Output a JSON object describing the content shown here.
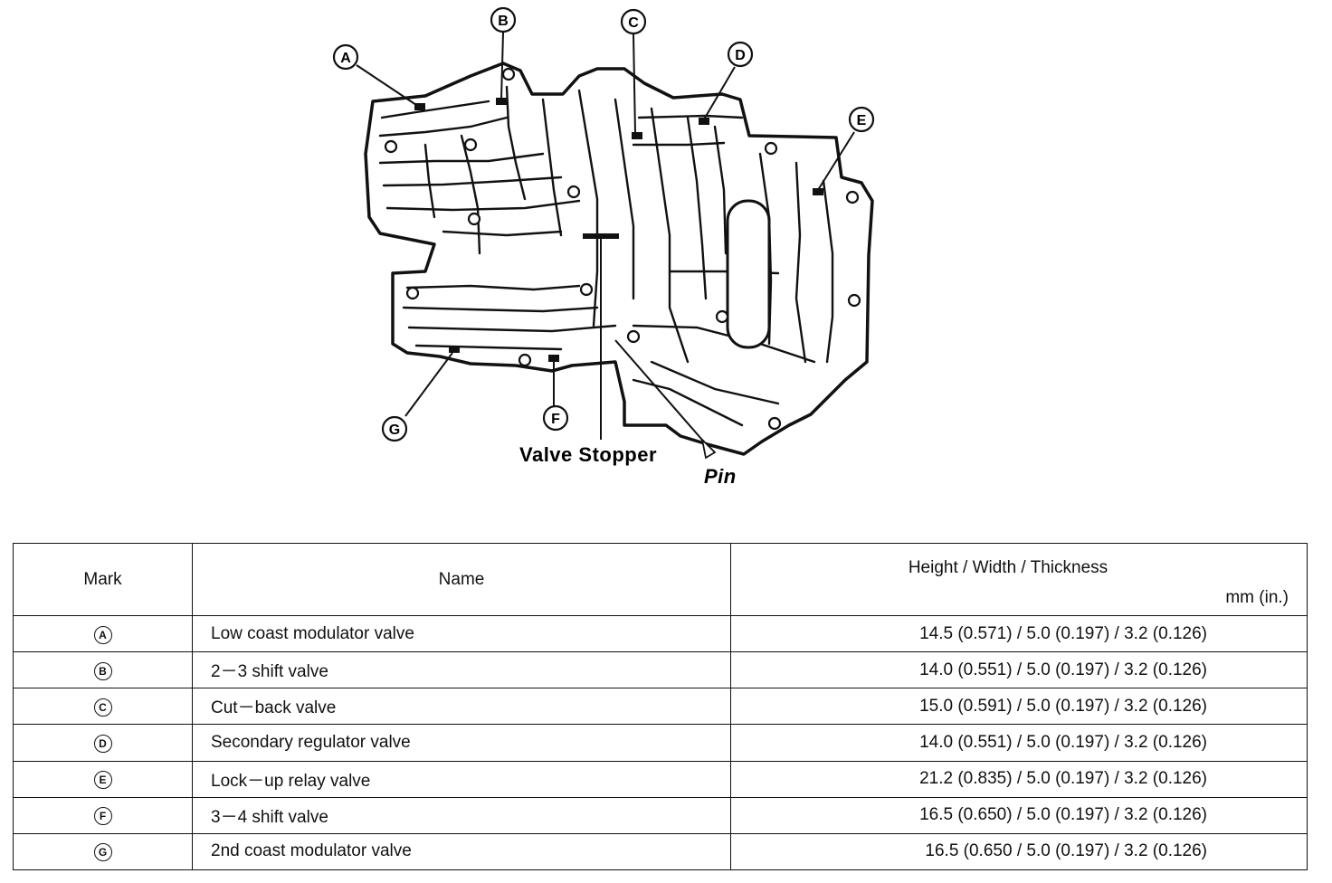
{
  "diagram": {
    "callouts": [
      {
        "mark": "A"
      },
      {
        "mark": "B"
      },
      {
        "mark": "C"
      },
      {
        "mark": "D"
      },
      {
        "mark": "E"
      },
      {
        "mark": "F"
      },
      {
        "mark": "G"
      }
    ],
    "labels": {
      "valve_stopper": "Valve Stopper",
      "pin": "Pin"
    }
  },
  "table": {
    "headers": {
      "mark": "Mark",
      "name": "Name",
      "dimensions": "Height / Width / Thickness",
      "unit": "mm (in.)"
    },
    "rows": [
      {
        "mark": "A",
        "name": "Low coast modulator valve",
        "dims": "14.5 (0.571) / 5.0 (0.197) / 3.2 (0.126)"
      },
      {
        "mark": "B",
        "name": "2－3 shift valve",
        "dims": "14.0 (0.551) / 5.0 (0.197) / 3.2 (0.126)"
      },
      {
        "mark": "C",
        "name": "Cut－back valve",
        "dims": "15.0 (0.591) / 5.0 (0.197) / 3.2 (0.126)"
      },
      {
        "mark": "D",
        "name": "Secondary regulator valve",
        "dims": "14.0 (0.551) / 5.0 (0.197) / 3.2 (0.126)"
      },
      {
        "mark": "E",
        "name": "Lock－up relay valve",
        "dims": "21.2 (0.835) / 5.0 (0.197) / 3.2 (0.126)"
      },
      {
        "mark": "F",
        "name": "3－4 shift valve",
        "dims": "16.5 (0.650) / 5.0 (0.197) / 3.2 (0.126)"
      },
      {
        "mark": "G",
        "name": "2nd coast modulator valve",
        "dims": "16.5 (0.650 / 5.0 (0.197) / 3.2 (0.126)"
      }
    ]
  }
}
